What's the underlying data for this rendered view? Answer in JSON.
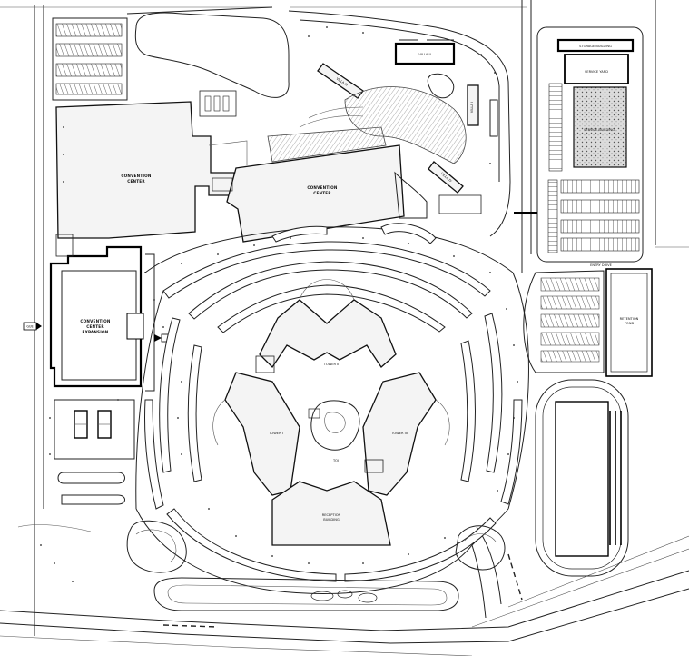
{
  "labels": {
    "convention_center_1": "CONVENTION\nCENTER",
    "convention_center_2": "CONVENTION\nCENTER",
    "convention_center_expansion": "CONVENTION\nCENTER\nEXPANSION",
    "villa_1": "VILLA I",
    "villa_2": "VILLA II",
    "villa_3": "VILLA III",
    "villa_4": "VILLA IV",
    "storage_building": "STORAGE BUILDING",
    "service_yard": "SERVICE YARD",
    "service_building": "SERVICE BUILDING",
    "entry_drive": "ENTRY DRIVE",
    "retention_pond": "RETENTION\nPOND",
    "tower_1": "TOWER I",
    "tower_2": "TOWER II",
    "tower_3": "TOWER III",
    "reception_building": "RECEPTION\nBUILDING",
    "left_tag": "GUE",
    "center_tag": "TOI"
  }
}
